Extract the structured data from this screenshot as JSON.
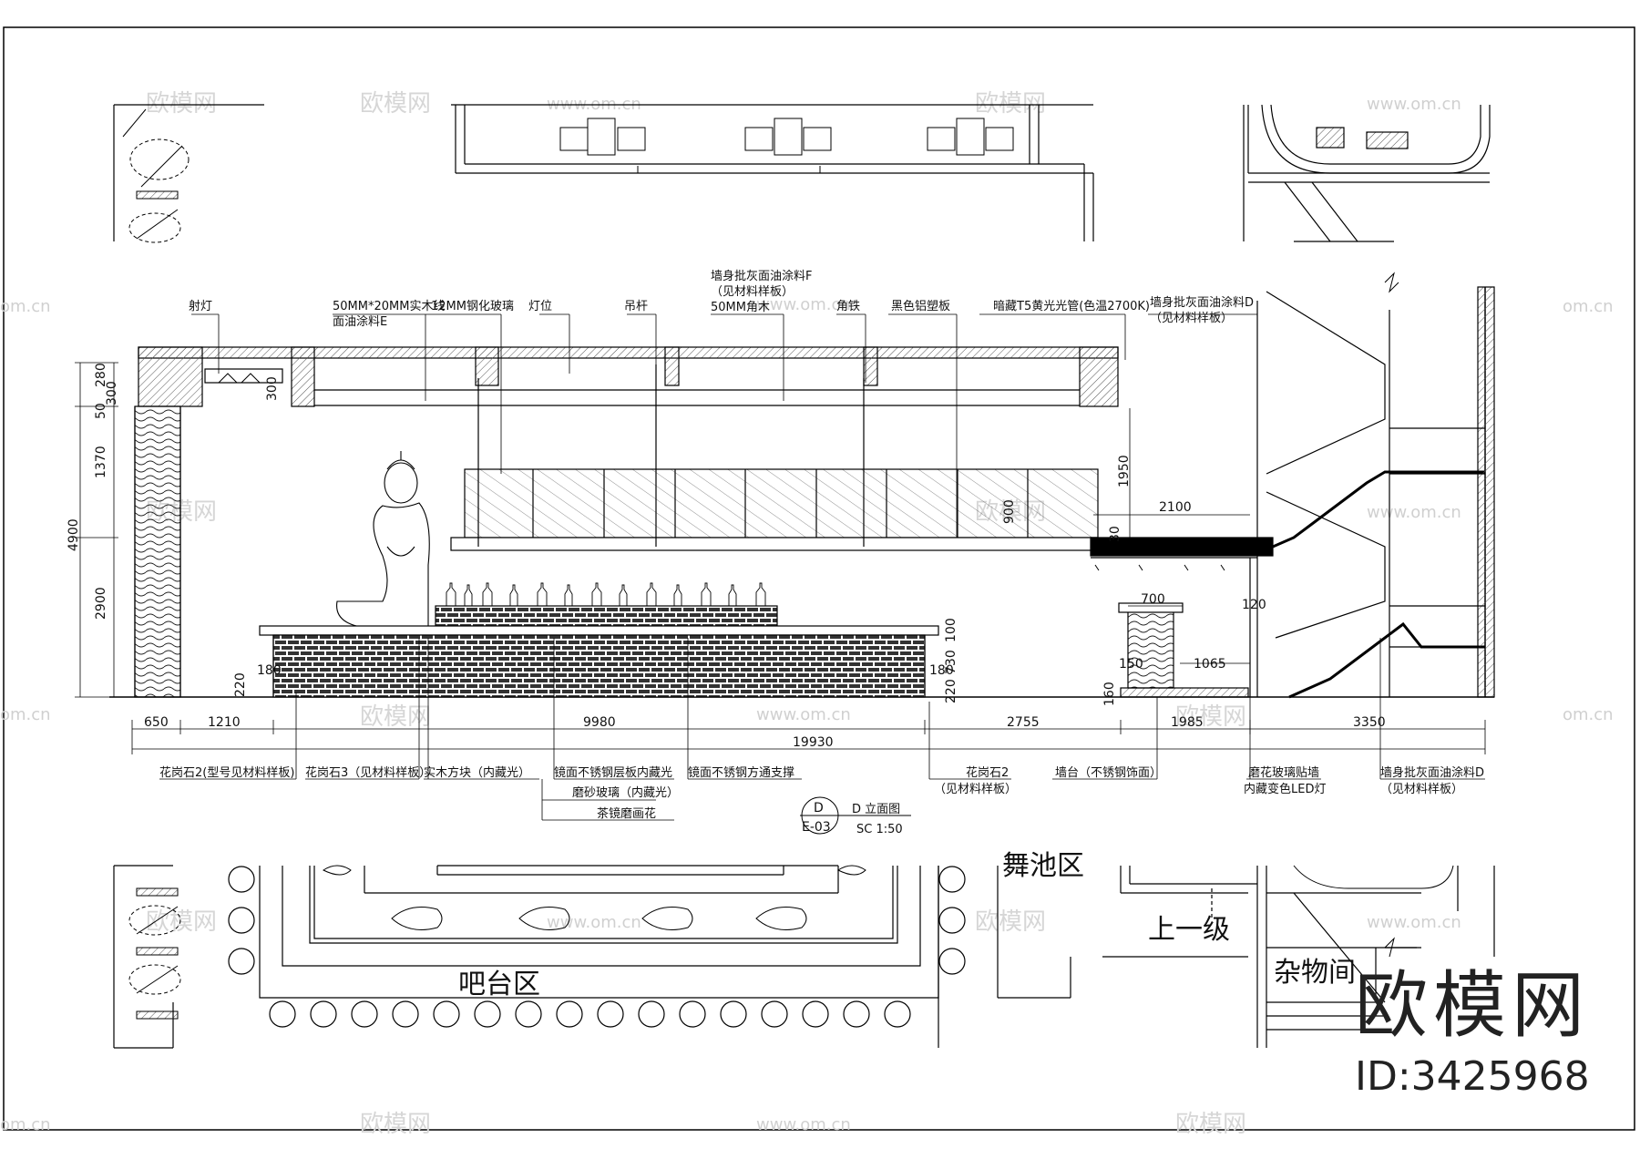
{
  "drawing": {
    "title": "D 立面图",
    "scale": "SC 1:50",
    "tag_letter": "D",
    "tag_sheet": "E-03"
  },
  "zones": {
    "bar": "吧台区",
    "dance_floor": "舞池区",
    "up_one_level": "上一级",
    "storage": "杂物间"
  },
  "top_notes": [
    "射灯",
    "50MM*20MM实木线",
    "面油涂料E",
    "12MM钢化玻璃",
    "灯位",
    "吊杆",
    "墙身批灰面油涂料F",
    "（见材料样板）",
    "50MM角木",
    "角铁",
    "黑色铝塑板",
    "暗藏T5黄光光管(色温2700K)",
    "墙身批灰面油涂料D",
    "（见材料样板）"
  ],
  "bottom_notes": [
    "花岗石2(型号见材料样板)",
    "花岗石3（见材料样板）",
    "实木方块（内藏光）",
    "镜面不锈钢层板内藏光",
    "磨砂玻璃（内藏光）",
    "茶镜磨画花",
    "镜面不锈钢方通支撑",
    "花岗石2",
    "（见材料样板）",
    "墙台（不锈钢饰面）",
    "磨花玻璃贴墙",
    "内藏变色LED灯",
    "墙身批灰面油涂料D",
    "（见材料样板）"
  ],
  "dims_horizontal": [
    "650",
    "1210",
    "9980",
    "2755",
    "1985",
    "3350"
  ],
  "dim_total": "19930",
  "dims_vertical_left": [
    "300",
    "50",
    "280",
    "1370",
    "4900",
    "2900",
    "220",
    "180"
  ],
  "dims_misc": [
    "300",
    "1950",
    "2100",
    "900",
    "30",
    "700",
    "120",
    "150",
    "1065",
    "160",
    "100",
    "730",
    "220",
    "180"
  ],
  "watermark": {
    "cn": "欧模网",
    "url": "www.om.cn",
    "short": "om.cn"
  },
  "brand": {
    "logo": "欧模网",
    "id": "ID:3425968"
  }
}
